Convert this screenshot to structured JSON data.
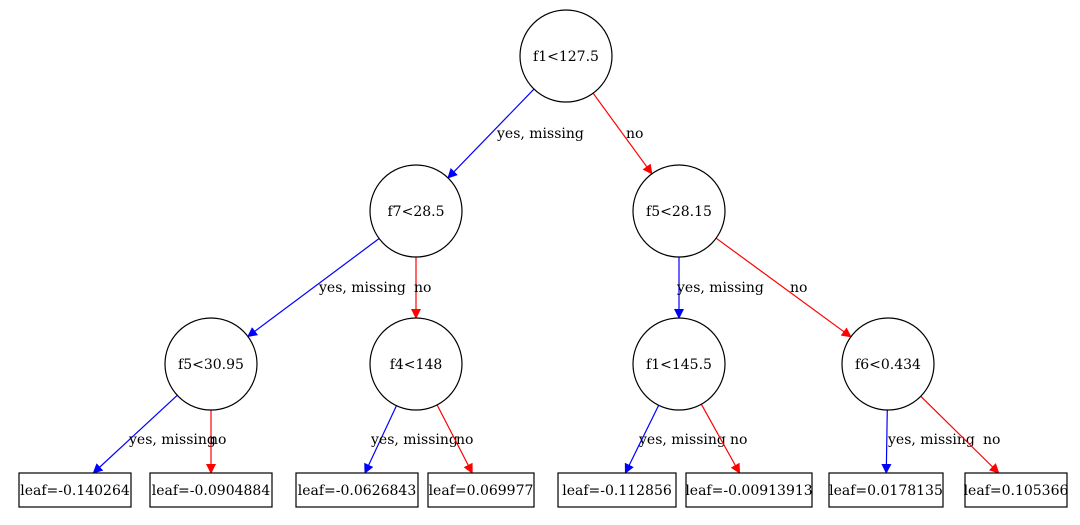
{
  "colors": {
    "yes_edge": "#0000ff",
    "no_edge": "#ff0000",
    "node_stroke": "#000000",
    "background": "#ffffff"
  },
  "tree": {
    "nodes": [
      {
        "id": "n0",
        "kind": "split",
        "label": "f1<127.5"
      },
      {
        "id": "n1",
        "kind": "split",
        "label": "f7<28.5"
      },
      {
        "id": "n2",
        "kind": "split",
        "label": "f5<28.15"
      },
      {
        "id": "n3",
        "kind": "split",
        "label": "f5<30.95"
      },
      {
        "id": "n4",
        "kind": "split",
        "label": "f4<148"
      },
      {
        "id": "n5",
        "kind": "split",
        "label": "f1<145.5"
      },
      {
        "id": "n6",
        "kind": "split",
        "label": "f6<0.434"
      },
      {
        "id": "l0",
        "kind": "leaf",
        "label": "leaf=-0.140264"
      },
      {
        "id": "l1",
        "kind": "leaf",
        "label": "leaf=-0.0904884"
      },
      {
        "id": "l2",
        "kind": "leaf",
        "label": "leaf=-0.0626843"
      },
      {
        "id": "l3",
        "kind": "leaf",
        "label": "leaf=0.069977"
      },
      {
        "id": "l4",
        "kind": "leaf",
        "label": "leaf=-0.112856"
      },
      {
        "id": "l5",
        "kind": "leaf",
        "label": "leaf=-0.00913913"
      },
      {
        "id": "l6",
        "kind": "leaf",
        "label": "leaf=0.0178135"
      },
      {
        "id": "l7",
        "kind": "leaf",
        "label": "leaf=0.105366"
      }
    ],
    "edges": [
      {
        "from": "n0",
        "to": "n1",
        "branch": "yes",
        "label": "yes, missing"
      },
      {
        "from": "n0",
        "to": "n2",
        "branch": "no",
        "label": "no"
      },
      {
        "from": "n1",
        "to": "n3",
        "branch": "yes",
        "label": "yes, missing"
      },
      {
        "from": "n1",
        "to": "n4",
        "branch": "no",
        "label": "no"
      },
      {
        "from": "n2",
        "to": "n5",
        "branch": "yes",
        "label": "yes, missing"
      },
      {
        "from": "n2",
        "to": "n6",
        "branch": "no",
        "label": "no"
      },
      {
        "from": "n3",
        "to": "l0",
        "branch": "yes",
        "label": "yes, missing"
      },
      {
        "from": "n3",
        "to": "l1",
        "branch": "no",
        "label": "no"
      },
      {
        "from": "n4",
        "to": "l2",
        "branch": "yes",
        "label": "yes, missing"
      },
      {
        "from": "n4",
        "to": "l3",
        "branch": "no",
        "label": "no"
      },
      {
        "from": "n5",
        "to": "l4",
        "branch": "yes",
        "label": "yes, missing"
      },
      {
        "from": "n5",
        "to": "l5",
        "branch": "no",
        "label": "no"
      },
      {
        "from": "n6",
        "to": "l6",
        "branch": "yes",
        "label": "yes, missing"
      },
      {
        "from": "n6",
        "to": "l7",
        "branch": "no",
        "label": "no"
      }
    ]
  }
}
